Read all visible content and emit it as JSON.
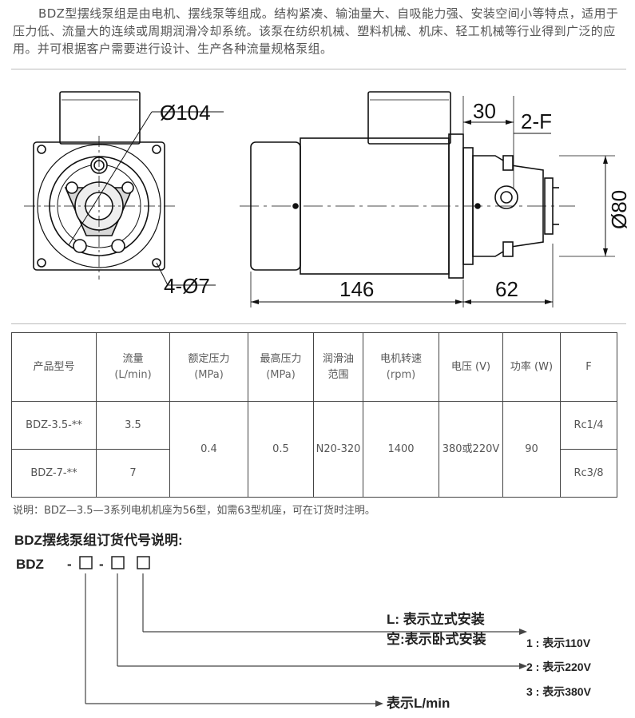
{
  "intro_text": "BDZ型摆线泵组是由电机、摆线泵等组成。结构紧凑、输油量大、自吸能力强、安装空间小等特点，适用于压力低、流量大的连续或周期润滑冷却系统。该泵在纺织机械、塑料机械、机床、轻工机械等行业得到广泛的应用。并可根据客户需要进行设计、生产各种流量规格泵组。",
  "drawing": {
    "dim_diameter_104": "Ø104",
    "dim_holes": "4-Ø7",
    "dim_30": "30",
    "dim_2f": "2-F",
    "dim_diameter_80": "Ø80",
    "dim_146": "146",
    "dim_62": "62"
  },
  "table": {
    "headers": {
      "model": "产品型号",
      "flow": "流量",
      "flow_unit": "(L/min)",
      "rated_pressure": "额定压力",
      "rated_pressure_unit": "(MPa)",
      "max_pressure": "最高压力",
      "max_pressure_unit": "(MPa)",
      "oil_range_1": "润滑油",
      "oil_range_2": "范围",
      "speed": "电机转速",
      "speed_unit": "(rpm)",
      "voltage": "电压 (V)",
      "power": "功率 (W)",
      "f": "F"
    },
    "rows": [
      {
        "model": "BDZ-3.5-**",
        "flow": "3.5",
        "f": "Rc1/4"
      },
      {
        "model": "BDZ-7-**",
        "flow": "7",
        "f": "Rc3/8"
      }
    ],
    "shared": {
      "rated_pressure": "0.4",
      "max_pressure": "0.5",
      "oil_range": "N20-320",
      "speed": "1400",
      "voltage": "380或220V",
      "power": "90"
    }
  },
  "note": "说明：BDZ—3.5—3系列电机机座为56型，如需63型机座，可在订货时注明。",
  "order": {
    "title": "BDZ摆线泵组订货代号说明:",
    "code_prefix": "BDZ",
    "dash": "-",
    "box": "□",
    "label_l": "L: 表示立式安装",
    "label_empty": "空:表示卧式安装",
    "label_v1": "1 : 表示110V",
    "label_v2": "2 : 表示220V",
    "label_v3": "3 : 表示380V",
    "label_flow": "表示L/min"
  }
}
